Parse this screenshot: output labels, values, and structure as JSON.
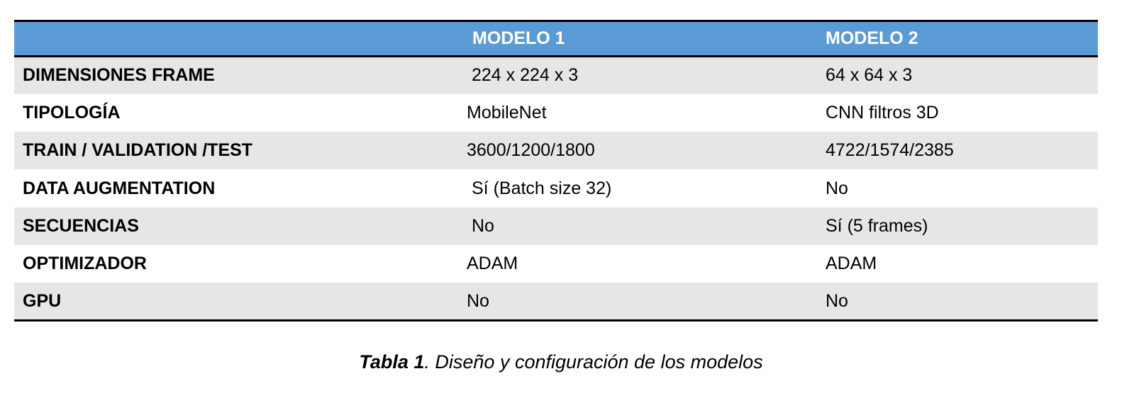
{
  "table": {
    "header": {
      "col0": "",
      "col1": "MODELO 1",
      "col2": "MODELO 2"
    },
    "rows": [
      {
        "label": "DIMENSIONES FRAME",
        "modelo1": "224 x 224 x 3",
        "modelo2": "64 x 64 x 3"
      },
      {
        "label": "TIPOLOGÍA",
        "modelo1": "MobileNet",
        "modelo2": "CNN filtros 3D"
      },
      {
        "label": "TRAIN / VALIDATION /TEST",
        "modelo1": "3600/1200/1800",
        "modelo2": "4722/1574/2385"
      },
      {
        "label": "DATA AUGMENTATION",
        "modelo1": "Sí (Batch size 32)",
        "modelo2": "No"
      },
      {
        "label": "SECUENCIAS",
        "modelo1": "No",
        "modelo2": "Sí (5 frames)"
      },
      {
        "label": "OPTIMIZADOR",
        "modelo1": "ADAM",
        "modelo2": "ADAM"
      },
      {
        "label": "GPU",
        "modelo1": "No",
        "modelo2": "No"
      }
    ]
  },
  "caption": {
    "bold": "Tabla 1",
    "rest": ". Diseño y configuración de los modelos"
  },
  "colors": {
    "header_bg": "#5b9bd5",
    "header_text": "#ffffff",
    "shaded_row": "#e7e6e6",
    "rule": "#000000"
  }
}
